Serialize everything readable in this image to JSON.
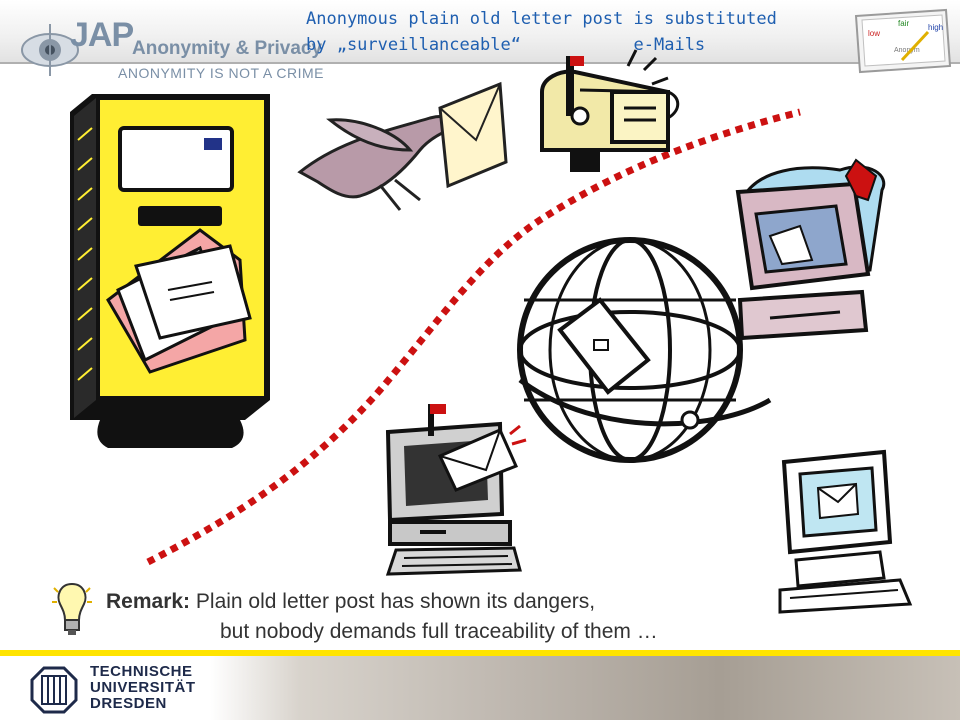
{
  "header": {
    "logo_wordmark": "JAP",
    "logo_subtitle": "Anonymity & Privacy",
    "logo_tagline": "ANONYMITY IS NOT A CRIME",
    "title_line1": "Anonymous plain old letter post is substituted",
    "title_line2": "by „surveillanceable“           e-Mails",
    "badge_labels": [
      "low",
      "fair",
      "high",
      "Anonym"
    ]
  },
  "remark": {
    "label": "Remark:",
    "line1": "Plain old letter post has shown its dangers,",
    "line2": "but nobody demands full traceability of them …"
  },
  "footer": {
    "university_lines": [
      "TECHNISCHE",
      "UNIVERSITÄT",
      "DRESDEN"
    ]
  },
  "colors": {
    "title_blue": "#1f5fb0",
    "dotted_path": "#cc1111",
    "footer_rule": "#ffe400",
    "mailbox_yellow": "#ffee33"
  },
  "icons": [
    "eye-logo-icon",
    "anonymity-meter-icon",
    "post-box-icon",
    "carrier-bird-icon",
    "rural-mailbox-icon",
    "computer-mail-icon",
    "globe-mail-icon",
    "desktop-mail-icon",
    "monitor-envelope-icon",
    "lightbulb-icon",
    "tu-dresden-logo-icon"
  ]
}
